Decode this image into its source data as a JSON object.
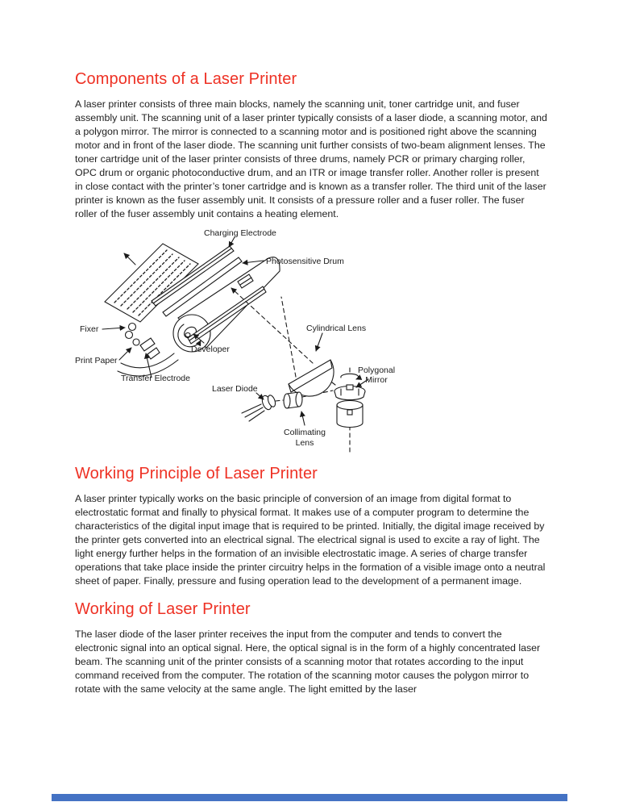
{
  "colors": {
    "heading": "#ee3124",
    "body_text": "#1f1f1f",
    "diagram_line": "#1a1a1a",
    "footer_bar": "#4472c4",
    "page_background": "#ffffff"
  },
  "sections": [
    {
      "heading": "Components of a Laser Printer",
      "body": "A laser printer consists of three main blocks, namely the scanning unit, toner cartridge unit, and fuser assembly unit. The scanning unit of a laser printer typically consists of a laser diode, a scanning motor, and a polygon mirror. The mirror is connected to a scanning motor and is positioned right above the scanning motor and in front of the laser diode. The scanning unit further consists of two-beam alignment lenses. The toner cartridge unit of the laser printer consists of three drums, namely PCR or primary charging roller, OPC drum or organic photoconductive drum, and an ITR or image transfer roller. Another roller is present in close contact with the printer’s toner cartridge and is known as a transfer roller. The third unit of the laser printer is known as the fuser assembly unit. It consists of a pressure roller and a fuser roller. The fuser roller of the fuser assembly unit contains a heating element."
    },
    {
      "heading": "Working Principle of Laser Printer",
      "body": "A laser printer typically works on the basic principle of conversion of an image from digital format to electrostatic format and finally to physical format. It makes use of a computer program to determine the characteristics of the digital input image that is required to be printed. Initially, the digital image received by the printer gets converted into an electrical signal. The electrical signal is used to excite a ray of light. The light energy further helps in the formation of an invisible electrostatic image. A series of charge transfer operations that take place inside the printer circuitry helps in the formation of a visible image onto a neutral sheet of paper. Finally, pressure and fusing operation lead to the development of a permanent image."
    },
    {
      "heading": "Working of Laser Printer",
      "body": "The laser diode of the laser printer receives the input from the computer and tends to convert the electronic signal into an optical signal. Here, the optical signal is in the form of a highly concentrated laser beam. The scanning unit of the printer consists of a scanning motor that rotates according to the input command received from the computer. The rotation of the scanning motor causes the polygon mirror to rotate with the same velocity at the same angle. The light emitted by the laser"
    }
  ],
  "diagram": {
    "labels": {
      "charging_electrode": "Charging Electrode",
      "photosensitive_drum": "Photosensitive Drum",
      "cylindrical_lens": "Cylindrical Lens",
      "fixer": "Fixer",
      "print_paper": "Print Paper",
      "transfer_electrode": "Transfer Electrode",
      "developer": "Developer",
      "laser_diode": "Laser Diode",
      "polygonal_mirror_line1": "Polygonal",
      "polygonal_mirror_line2": "Mirror",
      "collimating_lens_line1": "Collimating",
      "collimating_lens_line2": "Lens"
    }
  }
}
